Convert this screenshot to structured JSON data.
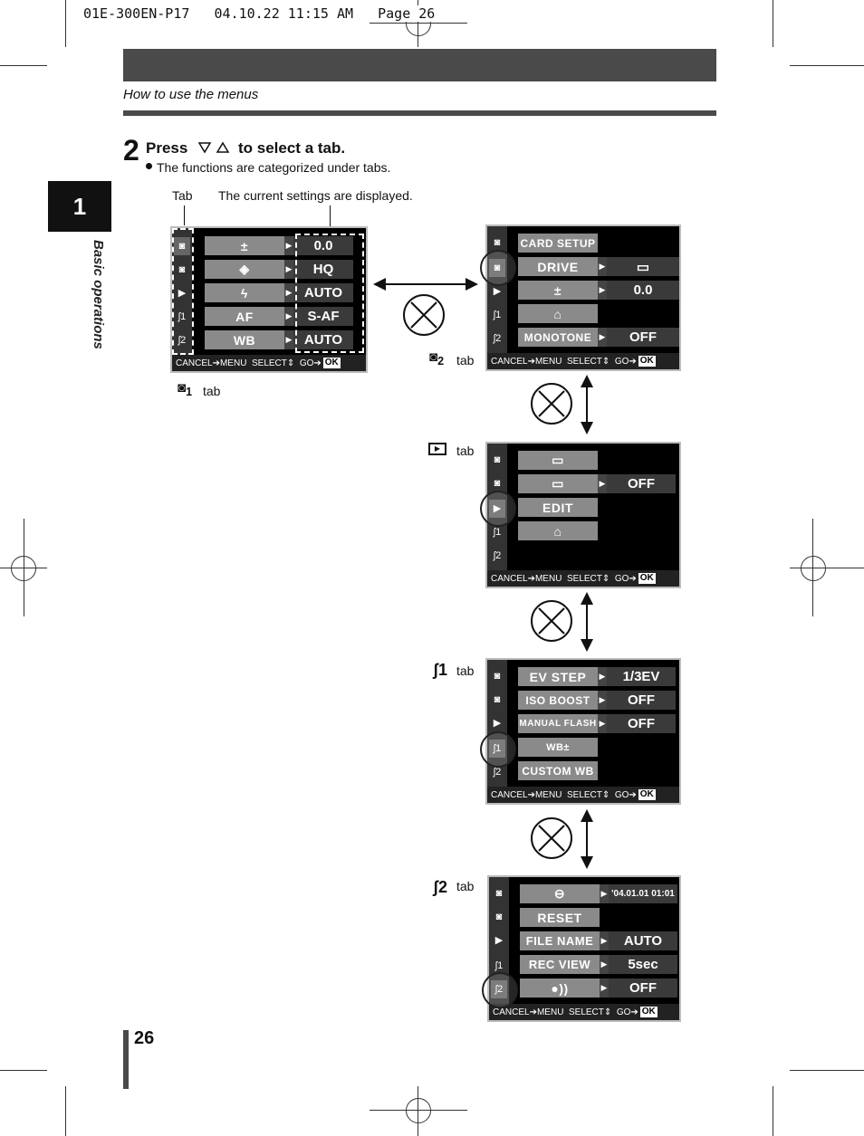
{
  "header": {
    "print_slug": "01E-300EN-P17   04.10.22 11:15 AM   Page 26",
    "section_title": "How to use the menus"
  },
  "chapter": {
    "number": "1",
    "side_label": "Basic operations"
  },
  "step": {
    "number": "2",
    "press_label": "Press",
    "action_text": "to select a tab.",
    "bullet": "The functions are categorized under tabs."
  },
  "callouts": {
    "tab": "Tab",
    "current_settings": "The current settings are displayed."
  },
  "tab_label": "tab",
  "footer_bar": {
    "cancel": "CANCEL",
    "menu": "MENU",
    "select": "SELECT",
    "go": "GO",
    "ok": "OK"
  },
  "screens": {
    "cam1": {
      "rows": [
        {
          "item": "±",
          "value": "0.0"
        },
        {
          "item": "◈",
          "value": "HQ"
        },
        {
          "item": "ϟ",
          "value": "AUTO"
        },
        {
          "item": "AF",
          "value": "S-AF"
        },
        {
          "item": "WB",
          "value": "AUTO"
        }
      ]
    },
    "cam2": {
      "rows": [
        {
          "item": "CARD SETUP",
          "value": ""
        },
        {
          "item": "DRIVE",
          "value": "▭"
        },
        {
          "item": "±",
          "value": "0.0"
        },
        {
          "item": "⌂",
          "value": ""
        },
        {
          "item": "MONOTONE",
          "value": "OFF"
        }
      ]
    },
    "play": {
      "rows": [
        {
          "item": "▭",
          "value": ""
        },
        {
          "item": "▭",
          "value": "OFF"
        },
        {
          "item": "EDIT",
          "value": ""
        },
        {
          "item": "⌂",
          "value": ""
        }
      ]
    },
    "setup1": {
      "rows": [
        {
          "item": "EV STEP",
          "value": "1/3EV"
        },
        {
          "item": "ISO BOOST",
          "value": "OFF"
        },
        {
          "item": "MANUAL FLASH",
          "value": "OFF"
        },
        {
          "item": "WB±",
          "value": ""
        },
        {
          "item": "CUSTOM WB",
          "value": ""
        }
      ]
    },
    "setup2": {
      "rows": [
        {
          "item": "⊖",
          "value": "'04.01.01 01:01"
        },
        {
          "item": "RESET",
          "value": ""
        },
        {
          "item": "FILE NAME",
          "value": "AUTO"
        },
        {
          "item": "REC VIEW",
          "value": "5sec"
        },
        {
          "item": "●))",
          "value": "OFF"
        }
      ]
    }
  },
  "page_number": "26"
}
